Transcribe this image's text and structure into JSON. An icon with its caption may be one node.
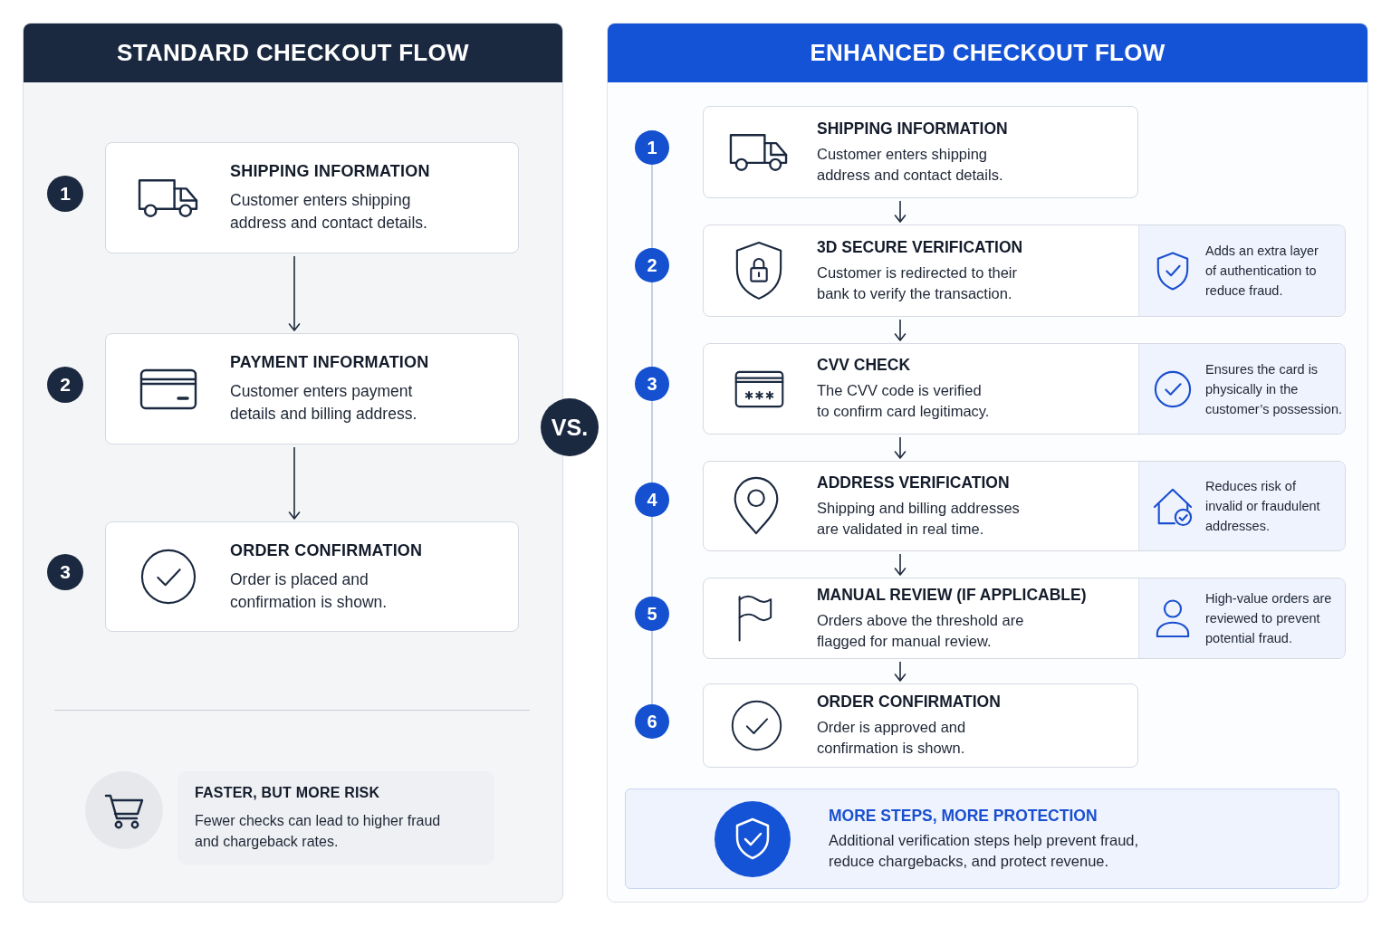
{
  "diagram": {
    "nodes": [
      {
        "text": [
          "STANDARD CHECKOUT FLOW"
        ]
      },
      {
        "text": [
          "1"
        ],
        "in": 0
      },
      {
        "text": [
          "SHIPPING INFORMATION",
          "Customer enters shipping address and contact details."
        ],
        "in": 0
      },
      {
        "text": [
          "2"
        ],
        "in": 0
      },
      {
        "text": [
          "PAYMENT INFORMATION",
          "Customer enters payment details and billing address."
        ],
        "in": 0
      },
      {
        "text": [
          "3"
        ],
        "in": 0
      },
      {
        "text": [
          "ORDER CONFIRMATION",
          "Order is placed and confirmation is shown."
        ],
        "in": 0
      },
      {
        "text": [
          "FASTER, BUT MORE RISK",
          "Fewer checks can lead to higher fraud and chargeback rates."
        ],
        "in": 0
      },
      {
        "text": [
          "VS."
        ]
      },
      {
        "text": [
          "ENHANCED CHECKOUT FLOW"
        ]
      },
      {
        "text": [
          "1"
        ],
        "in": 9
      },
      {
        "text": [
          "SHIPPING INFORMATION",
          "Customer enters shipping address and contact details."
        ],
        "in": 9
      },
      {
        "text": [
          "2"
        ],
        "in": 9
      },
      {
        "text": [
          "3D SECURE VERIFICATION",
          "Customer is redirected to their bank to verify the transaction."
        ],
        "in": 9
      },
      {
        "text": [
          "Adds an extra layer of authentication to reduce fraud."
        ],
        "in": 13
      },
      {
        "text": [
          "3"
        ],
        "in": 9
      },
      {
        "text": [
          "CVV CHECK",
          "The CVV code is verified to confirm card legitimacy."
        ],
        "in": 9
      },
      {
        "text": [
          "Ensures the card is physically in the customer’s possession."
        ],
        "in": 16
      },
      {
        "text": [
          "4"
        ],
        "in": 9
      },
      {
        "text": [
          "ADDRESS VERIFICATION",
          "Shipping and billing addresses are validated in real time."
        ],
        "in": 9
      },
      {
        "text": [
          "Reduces risk of invalid or fraudulent addresses."
        ],
        "in": 19
      },
      {
        "text": [
          "5"
        ],
        "in": 9
      },
      {
        "text": [
          "MANUAL REVIEW (IF APPLICABLE)",
          "Orders above the threshold are flagged for manual review."
        ],
        "in": 9
      },
      {
        "text": [
          "High-value orders are reviewed to prevent potential fraud."
        ],
        "in": 22
      },
      {
        "text": [
          "6"
        ],
        "in": 9
      },
      {
        "text": [
          "ORDER CONFIRMATION",
          "Order is approved and confirmation is shown."
        ],
        "in": 9
      },
      {
        "text": [
          "MORE STEPS, MORE PROTECTION",
          "Additional verification steps help prevent fraud, reduce chargebacks, and protect revenue."
        ],
        "in": 9
      }
    ],
    "edges": [
      {
        "from": 2,
        "to": 4,
        "arrow": "to"
      },
      {
        "from": 4,
        "to": 6,
        "arrow": "to"
      },
      {
        "from": 11,
        "to": 13,
        "arrow": "to"
      },
      {
        "from": 13,
        "to": 16,
        "arrow": "to"
      },
      {
        "from": 16,
        "to": 19,
        "arrow": "to"
      },
      {
        "from": 19,
        "to": 22,
        "arrow": "to"
      },
      {
        "from": 22,
        "to": 25,
        "arrow": "to"
      },
      {
        "from": 10,
        "to": 12,
        "arrow": "none",
        "color": "#b8c3da"
      },
      {
        "from": 12,
        "to": 15,
        "arrow": "none",
        "color": "#b8c3da"
      },
      {
        "from": 15,
        "to": 18,
        "arrow": "none",
        "color": "#b8c3da"
      },
      {
        "from": 18,
        "to": 21,
        "arrow": "none",
        "color": "#b8c3da"
      },
      {
        "from": 21,
        "to": 24,
        "arrow": "none",
        "color": "#b8c3da"
      }
    ]
  }
}
